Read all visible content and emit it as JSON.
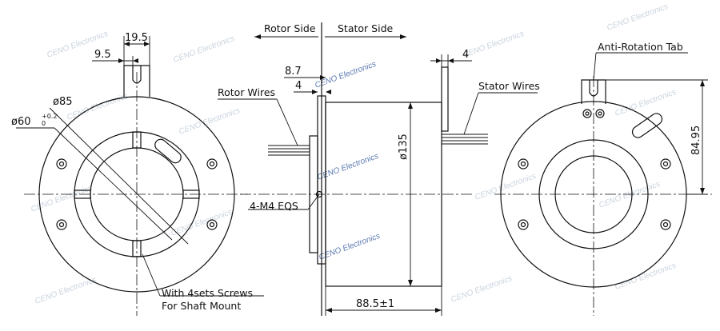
{
  "watermark": "CENO Electronics",
  "headers": {
    "rotor_side": "Rotor Side",
    "stator_side": "Stator Side"
  },
  "labels": {
    "rotor_wires": "Rotor Wires",
    "stator_wires": "Stator Wires",
    "anti_rotation_tab": "Anti-Rotation Tab",
    "mounting_holes": "4-M4 EQS",
    "screws_line1": "With 4sets Screws",
    "screws_line2": "For Shaft Mount"
  },
  "dimensions": {
    "tab_width": "19.5",
    "tab_slot": "9.5",
    "outer_dia": "ø85",
    "bore_dia": "ø60",
    "bore_tol_upper": "+0.2",
    "bore_tol_lower": "0",
    "flange_offset": "8.7",
    "flange_thick": "4",
    "tab_thick": "4",
    "body_dia": "ø135",
    "length": "88.5±1",
    "tab_height": "84.95"
  }
}
